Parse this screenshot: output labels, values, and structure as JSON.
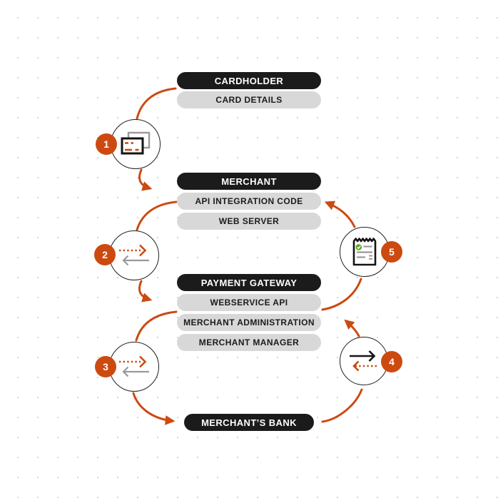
{
  "palette": {
    "accent_orange": "#cc4a10",
    "node_black": "#1b1b1b",
    "pill_gray": "#d8d8d8",
    "arrow_gray": "#999999",
    "check_green": "#5ba516"
  },
  "diagram": {
    "groups": [
      {
        "title": "CARDHOLDER",
        "items": [
          "CARD DETAILS"
        ]
      },
      {
        "title": "MERCHANT",
        "items": [
          "API INTEGRATION CODE",
          "WEB SERVER"
        ]
      },
      {
        "title": "PAYMENT GATEWAY",
        "items": [
          "WEBSERVICE API",
          "MERCHANT ADMINISTRATION",
          "MERCHANT MANAGER"
        ]
      },
      {
        "title": "MERCHANT’S BANK",
        "items": []
      }
    ],
    "steps": [
      {
        "number": "1",
        "icon": "payment-cards-icon"
      },
      {
        "number": "2",
        "icon": "exchange-arrows-icon"
      },
      {
        "number": "3",
        "icon": "exchange-arrows-icon"
      },
      {
        "number": "4",
        "icon": "send-return-arrows-icon"
      },
      {
        "number": "5",
        "icon": "receipt-icon"
      }
    ],
    "flow": [
      "cardholder -> step1 -> merchant",
      "merchant -> step2 -> payment-gateway",
      "payment-gateway -> step3 -> merchants-bank",
      "merchants-bank -> step4 -> webservice-api",
      "webservice-api -> step5 -> api-integration-code"
    ]
  }
}
